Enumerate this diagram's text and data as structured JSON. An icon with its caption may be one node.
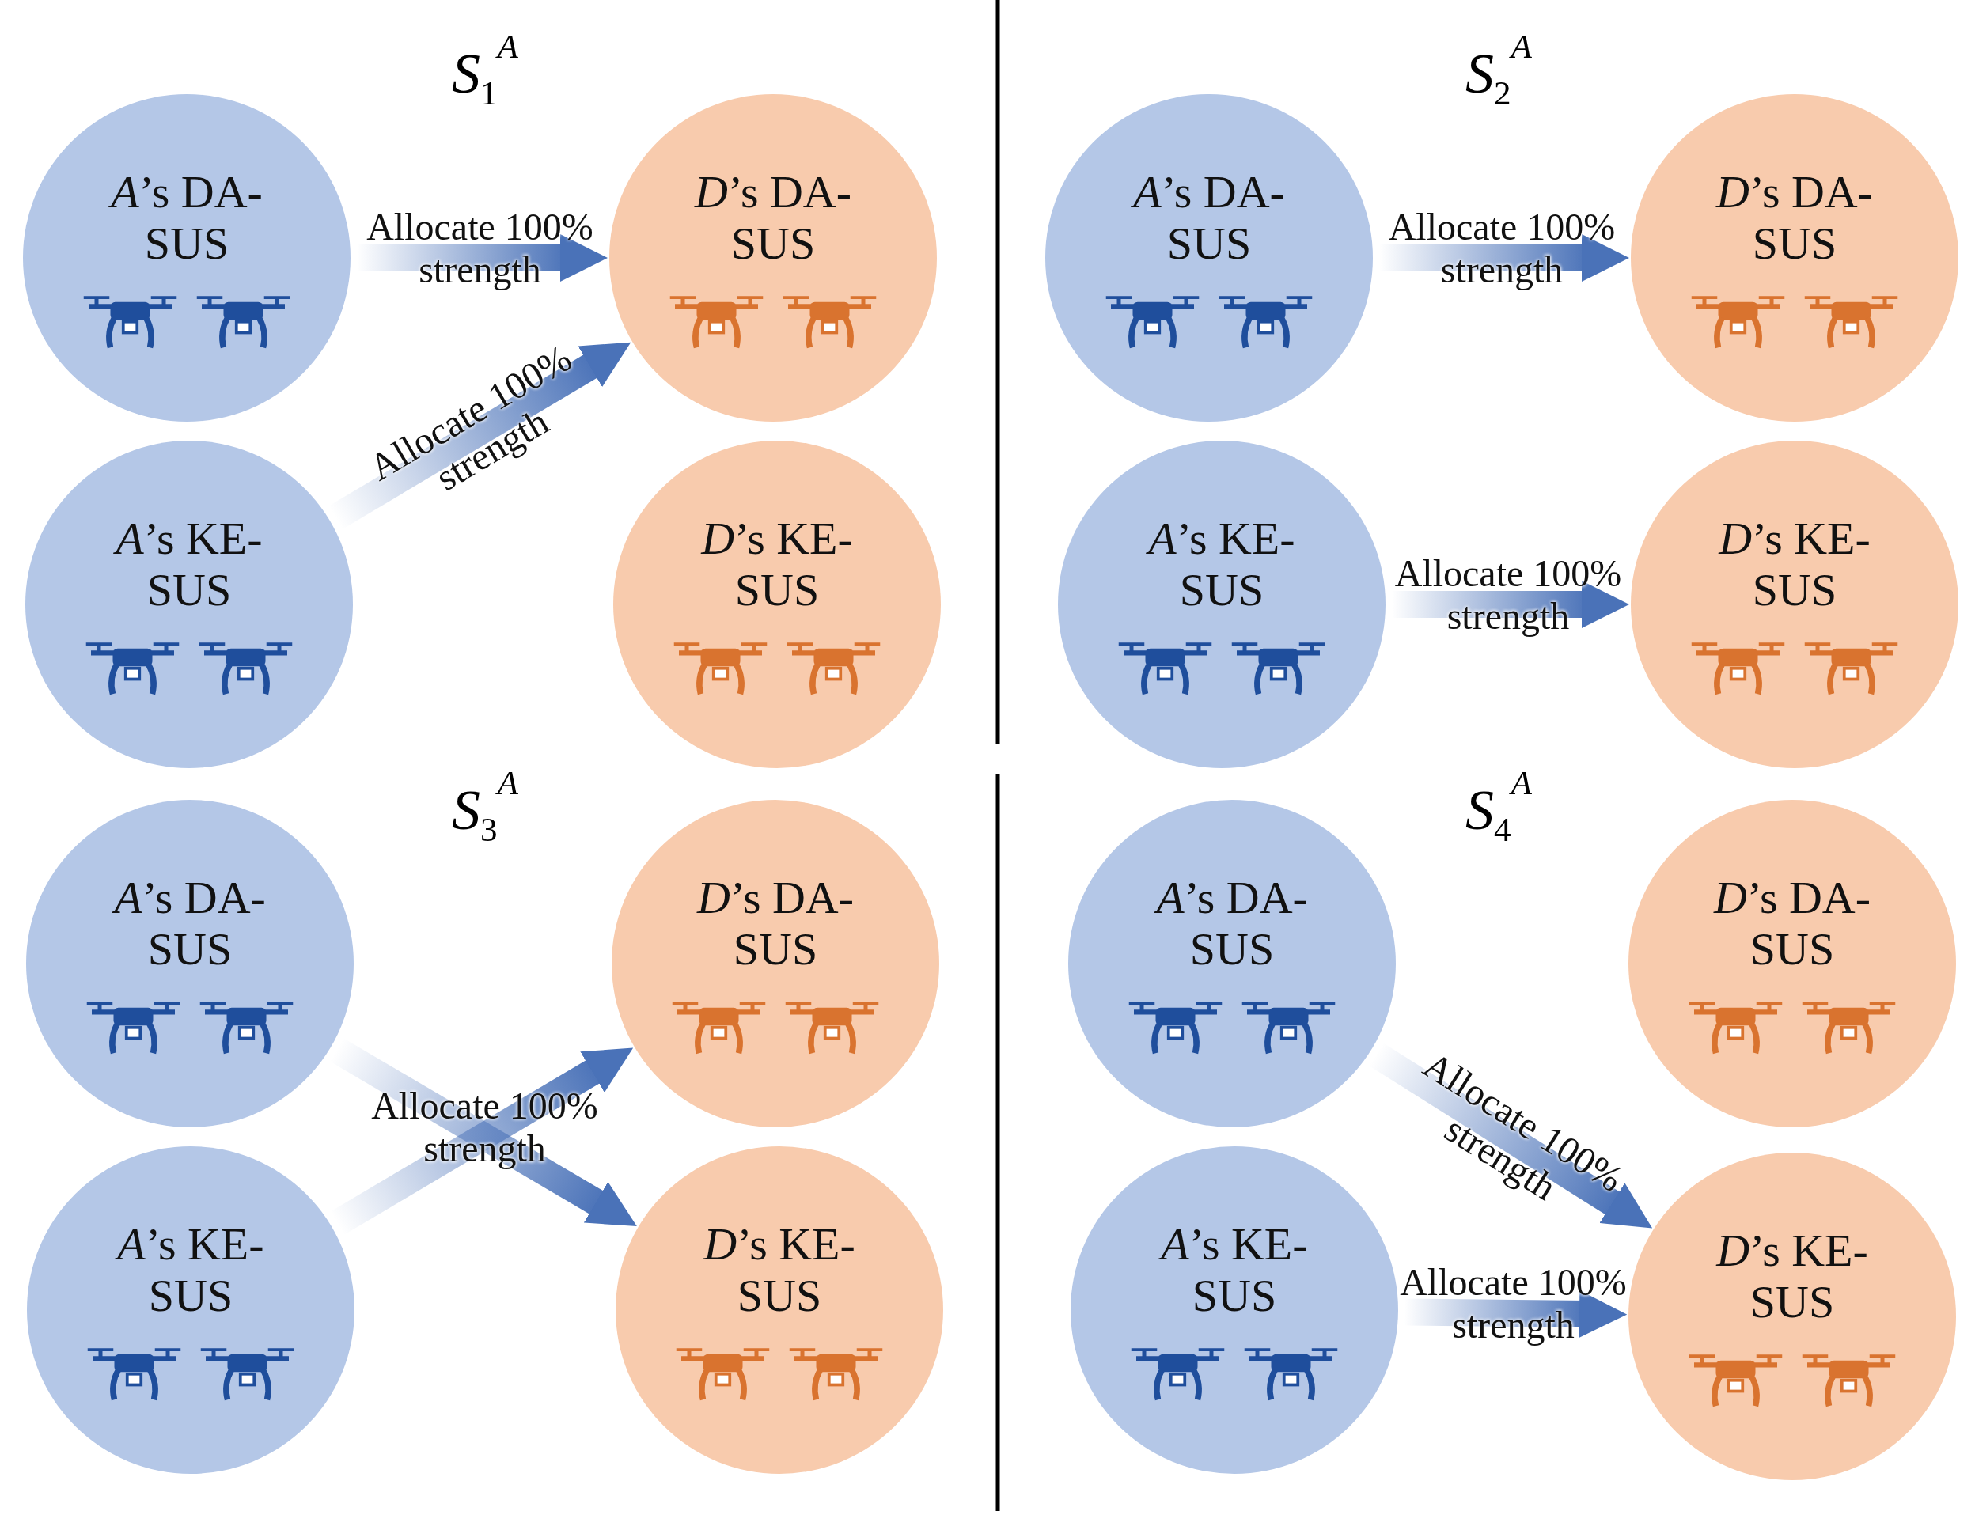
{
  "diagram": {
    "nodes": [
      {
        "text": [
          "*A*’s DA-SUS"
        ]
      },
      {
        "text": [
          "*D*’s DA-SUS"
        ]
      },
      {
        "text": [
          "*A*’s KE-SUS"
        ]
      },
      {
        "text": [
          "*D*’s KE-SUS"
        ]
      },
      {
        "text": [
          "*A*’s DA-SUS"
        ]
      },
      {
        "text": [
          "*D*’s DA-SUS"
        ]
      },
      {
        "text": [
          "*A*’s KE-SUS"
        ]
      },
      {
        "text": [
          "*D*’s KE-SUS"
        ]
      },
      {
        "text": [
          "*A*’s DA-SUS"
        ]
      },
      {
        "text": [
          "*D*’s DA-SUS"
        ]
      },
      {
        "text": [
          "*A*’s KE-SUS"
        ]
      },
      {
        "text": [
          "*D*’s KE-SUS"
        ]
      },
      {
        "text": [
          "*A*’s DA-SUS"
        ]
      },
      {
        "text": [
          "*D*’s DA-SUS"
        ]
      },
      {
        "text": [
          "*A*’s KE-SUS"
        ]
      },
      {
        "text": [
          "*D*’s KE-SUS"
        ]
      }
    ],
    "edges": [
      {
        "from": 0,
        "to": 1,
        "arrow": "to",
        "label": "Allocate 100% strength"
      },
      {
        "from": 2,
        "to": 1,
        "arrow": "to",
        "label": "Allocate 100% strength"
      },
      {
        "from": 4,
        "to": 5,
        "arrow": "to",
        "label": "Allocate 100% strength"
      },
      {
        "from": 6,
        "to": 7,
        "arrow": "to",
        "label": "Allocate 100% strength"
      },
      {
        "from": 8,
        "to": 11,
        "arrow": "to",
        "label": "Allocate 100% strength"
      },
      {
        "from": 10,
        "to": 9,
        "arrow": "to"
      },
      {
        "from": 12,
        "to": 15,
        "arrow": "to",
        "label": "Allocate 100% strength"
      },
      {
        "from": 14,
        "to": 15,
        "arrow": "to",
        "label": "Allocate 100% strength"
      }
    ],
    "labels": [
      "*S*$_{1}$$^{A}$",
      "*S*$_{2}$$^{A}$",
      "*S*$_{3}$$^{A}$",
      "*S*$_{4}$$^{A}$"
    ]
  }
}
